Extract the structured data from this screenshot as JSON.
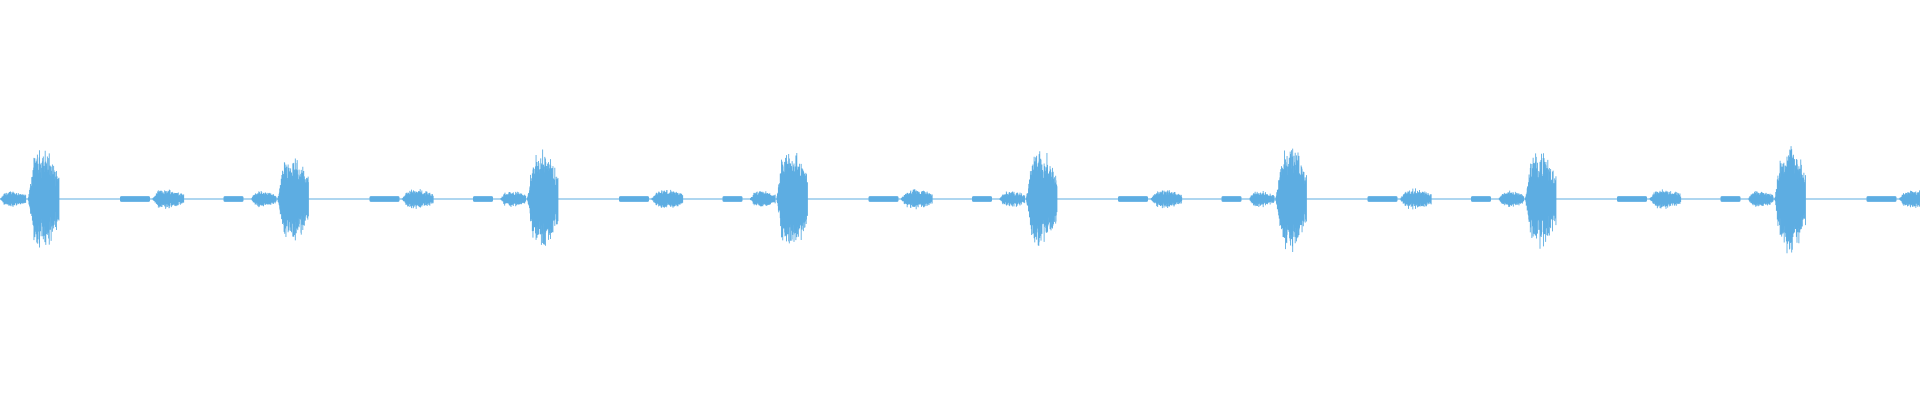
{
  "waveform": {
    "color": "#5dade2",
    "background": "#ffffff",
    "pattern": {
      "repeats": 8,
      "segments_per_repeat": [
        "small-burst",
        "quiet-trill",
        "medium-burst",
        "quiet-trill",
        "loud-burst"
      ],
      "relative_amplitudes": {
        "loud-burst": 1.0,
        "medium-burst": 0.18,
        "small-burst": 0.15,
        "quiet-trill": 0.05
      }
    },
    "loud_burst_peak_levels": [
      0.93,
      0.81,
      0.91,
      0.95,
      0.92,
      0.98,
      0.88,
      1.0
    ]
  }
}
